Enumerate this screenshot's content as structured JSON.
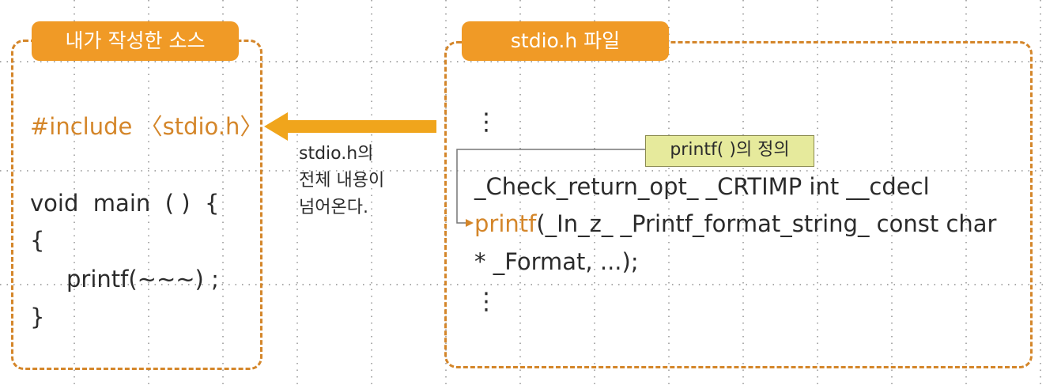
{
  "left_panel": {
    "title": "내가 작성한 소스",
    "include_line": "#include 〈stdio.h〉",
    "code_lines": [
      "void  main  ( )  {",
      "{",
      "printf(∼∼∼) ;",
      "}"
    ]
  },
  "arrow_note": [
    "stdio.h의",
    "전체 내용이",
    "넘어온다."
  ],
  "right_panel": {
    "title": "stdio.h 파일",
    "ellipsis_top": "⋮",
    "definition_label": "printf( )의 정의",
    "declaration": {
      "line1": "_Check_return_opt_ _CRTIMP int __cdecl",
      "line2_func": "printf",
      "line2_rest": "(_In_z_ _Printf_format_string_ const char",
      "line3": "* _Format, ...);"
    },
    "ellipsis_bottom": "⋮"
  },
  "colors": {
    "accent_orange": "#f09a26",
    "dashed_border": "#d4862a",
    "arrow": "#f0a51c",
    "label_fill": "#e6ea9c",
    "grid_dots": "#777777"
  }
}
